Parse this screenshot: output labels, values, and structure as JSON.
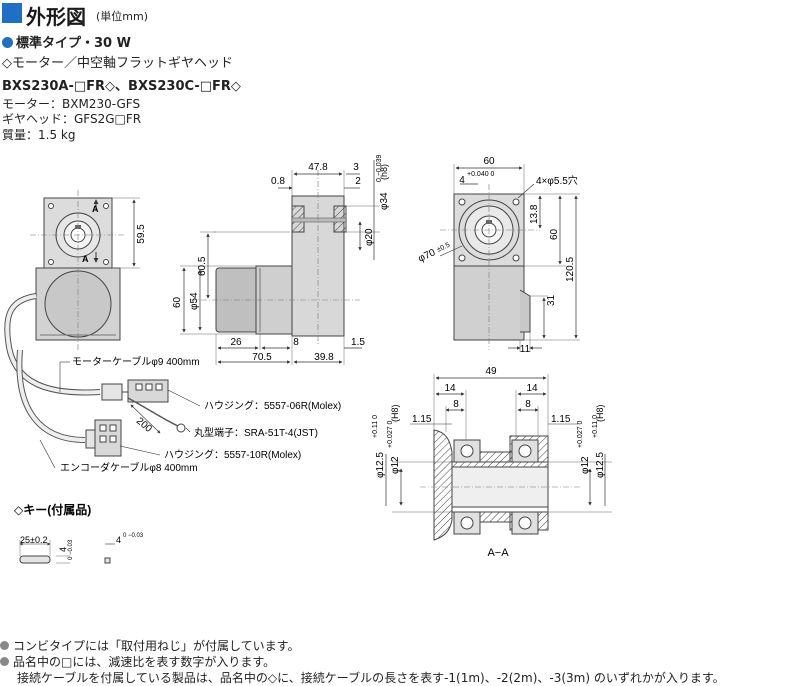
{
  "header": {
    "title": "外形図",
    "unit": "(単位mm)"
  },
  "product": {
    "type_line": "標準タイプ・30 W",
    "sub_line": "◇モーター／中空軸フラットギヤヘッド",
    "model_line": "BXS230A-□FR◇、BXS230C-□FR◇",
    "motor": "モーター：BXM230-GFS",
    "gearhead": "ギヤヘッド：GFS2G□FR",
    "mass": "質量：1.5 kg"
  },
  "key_section": {
    "title": "◇キー(付属品)",
    "dim_length": "25±0.2",
    "dim_width": "4",
    "tol_width": "0 −0.03",
    "dim_height": "4",
    "tol_height": "0 −0.03"
  },
  "cables": {
    "motor_cable": "モーターケーブルφ9  400mm",
    "housing1": "ハウジング：5557-06R(Molex)",
    "terminal": "丸型端子：SRA-51T-4(JST)",
    "housing2": "ハウジング：5557-10R(Molex)",
    "encoder_cable": "エンコーダケーブルφ8  400mm",
    "cable_dim": "200"
  },
  "labels": {
    "view_a": "A",
    "section": "A−A"
  },
  "side_view_dims": {
    "d478": "47.8",
    "d3": "3",
    "d08": "0.8",
    "d2": "2",
    "phi34": "φ34",
    "phi34_tol": "0 −0.039",
    "phi34_h8": "(h8)",
    "phi20": "φ20",
    "d605": "60.5",
    "d60": "60",
    "phi54": "φ54",
    "d26": "26",
    "d8": "8",
    "d15": "1.5",
    "d705": "70.5",
    "d398": "39.8"
  },
  "front_left_dims": {
    "d595": "59.5"
  },
  "right_view_dims": {
    "d60": "60",
    "d4": "4",
    "d4_tol": "+0.040 0",
    "holes": "4×φ5.5穴",
    "d138": "13.8",
    "d60v": "60",
    "phi70": "φ70",
    "phi70_tol": "±0.5",
    "d1205": "120.5",
    "d31": "31",
    "d11": "11"
  },
  "section_dims": {
    "d49": "49",
    "d14a": "14",
    "d14b": "14",
    "d8a": "8",
    "d8b": "8",
    "d115a": "1.15",
    "d115b": "1.15",
    "phi125": "φ12.5",
    "phi125_tol": "+0.11 0",
    "phi12": "φ12",
    "phi12_tol": "+0.027 0",
    "h8": "(H8)"
  },
  "notes": [
    "コンビタイプには「取付用ねじ」が付属しています。",
    "品名中の□には、減速比を表す数字が入ります。",
    "接続ケーブルを付属している製品は、品名中の◇に、接続ケーブルの長さを表す-1(1m)、-2(2m)、-3(3m) のいずれかが入ります。"
  ]
}
